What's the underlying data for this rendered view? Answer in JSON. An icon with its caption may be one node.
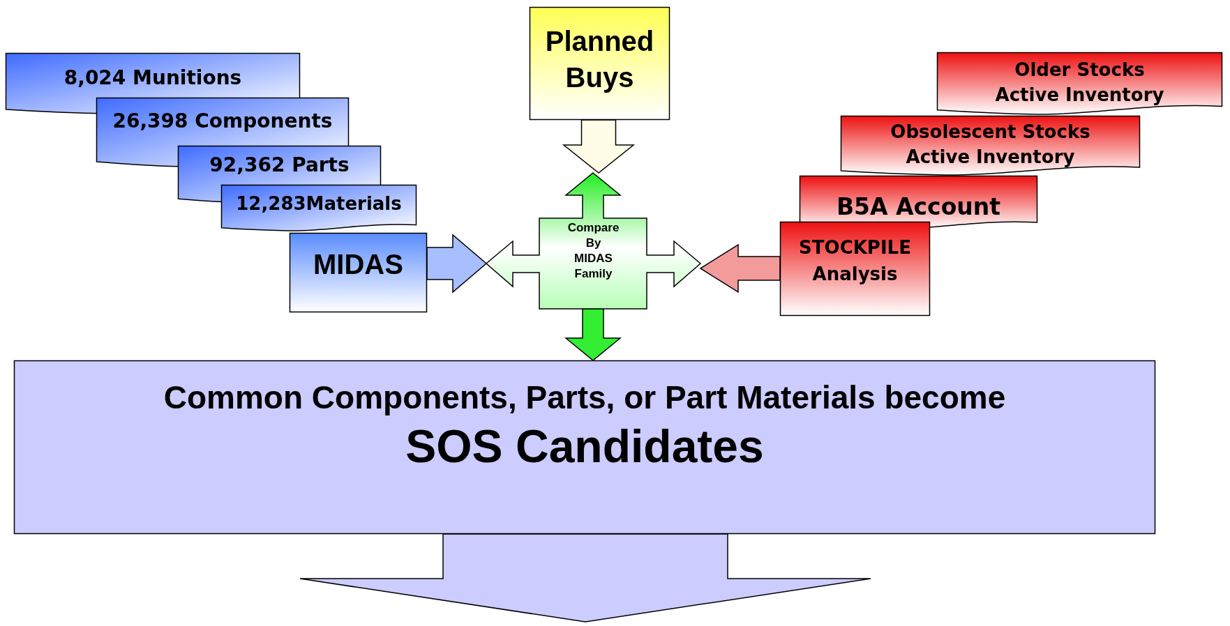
{
  "diagram": {
    "nodes": [
      {
        "text": [
          "8,024 Munitions"
        ]
      },
      {
        "text": [
          "26,398 Components"
        ]
      },
      {
        "text": [
          "92,362 Parts"
        ]
      },
      {
        "text": [
          "12,283Materials"
        ]
      },
      {
        "text": [
          "MIDAS"
        ]
      },
      {
        "text": [
          "Planned Buys"
        ]
      },
      {
        "text": [
          "Compare By MIDAS Family"
        ]
      },
      {
        "text": [
          "Older Stocks Active Inventory"
        ]
      },
      {
        "text": [
          "Obsolescent Stocks Active Inventory"
        ]
      },
      {
        "text": [
          "B5A Account"
        ]
      },
      {
        "text": [
          "STOCKPILE Analysis"
        ]
      },
      {
        "text": [
          "Common Components, Parts, or Part Materials become",
          "SOS Candidates"
        ]
      }
    ],
    "edges": [
      {
        "from": 4,
        "to": 6,
        "arrow": "to",
        "color": "#a8bfff"
      },
      {
        "from": 5,
        "to": 6,
        "arrow": "to",
        "color": "#fffde8"
      },
      {
        "from": 10,
        "to": 6,
        "arrow": "to",
        "color": "#f39a9a"
      },
      {
        "from": 6,
        "to": 11,
        "arrow": "to",
        "color": "#33ee33"
      },
      {
        "from": 11,
        "to": null,
        "arrow": "to",
        "color": "#ccccff"
      }
    ]
  }
}
